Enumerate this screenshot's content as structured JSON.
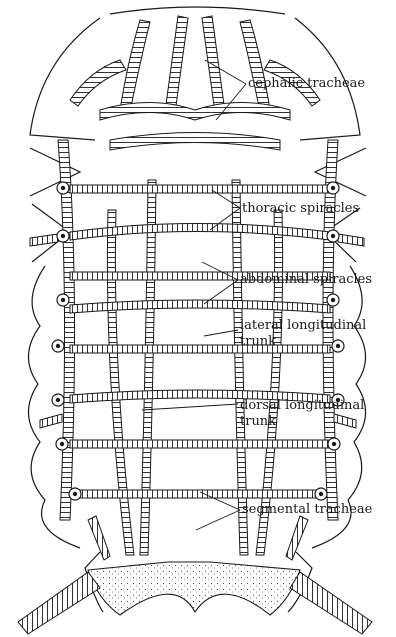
{
  "labels": {
    "cephalic": "cephalic tracheae",
    "thoracic": "thoracic spiracles",
    "abdominal": "abdominal spiracles",
    "lateral_1": "lateral longitudinal",
    "lateral_2": "trunk",
    "dorsal_1": "dorsal longitudinal",
    "dorsal_2": "trunk",
    "segmental": "segmental tracheae"
  },
  "colors": {
    "ink": "#1a1a1a",
    "paper": "#ffffff"
  }
}
